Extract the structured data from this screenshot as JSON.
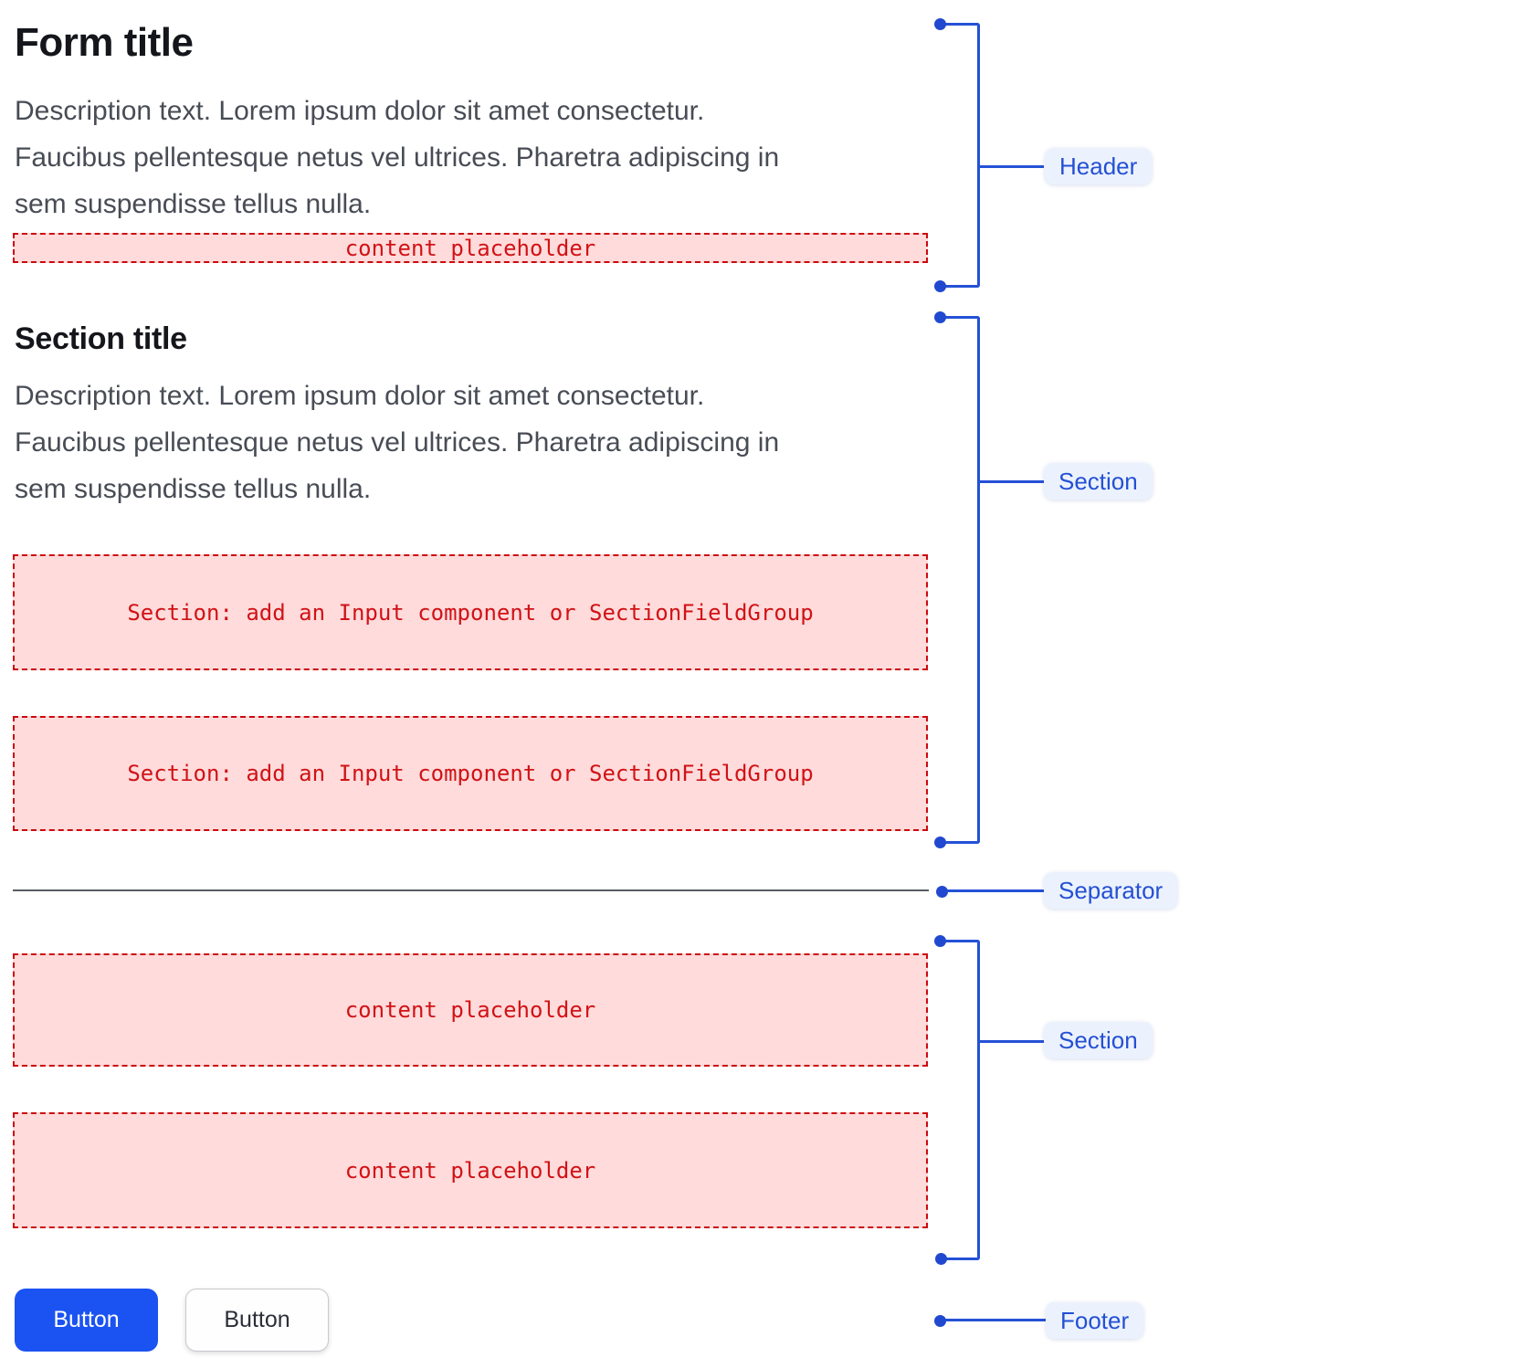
{
  "header": {
    "title": "Form title",
    "description_lines": [
      "Description text. Lorem ipsum dolor sit amet consectetur.",
      "Faucibus pellentesque netus vel ultrices. Pharetra adipiscing in",
      "sem suspendisse tellus nulla."
    ],
    "placeholder": "content placeholder"
  },
  "section": {
    "title": "Section title",
    "description_lines": [
      "Description text. Lorem ipsum dolor sit amet consectetur.",
      "Faucibus pellentesque netus vel ultrices. Pharetra adipiscing in",
      "sem suspendisse tellus nulla."
    ],
    "boxes": [
      "Section: add an Input component or SectionFieldGroup",
      "Section: add an Input component or SectionFieldGroup"
    ]
  },
  "lower_section": {
    "boxes": [
      "content placeholder",
      "content placeholder"
    ]
  },
  "footer": {
    "buttons": [
      {
        "label": "Button",
        "variant": "primary"
      },
      {
        "label": "Button",
        "variant": "secondary"
      }
    ]
  },
  "annotations": {
    "labels": {
      "header": "Header",
      "section_top": "Section",
      "separator": "Separator",
      "section_bottom": "Section",
      "footer": "Footer"
    }
  },
  "colors": {
    "annotation_blue": "#2451d6",
    "annotation_pill_bg": "#ecf2fd",
    "placeholder_bg": "#ffdbdb",
    "placeholder_border": "#cc090e",
    "placeholder_text": "#d11216",
    "primary_button_bg": "#1b53f2",
    "separator_line": "#585d63",
    "title_text": "#15161b",
    "description_text": "#484c55"
  }
}
